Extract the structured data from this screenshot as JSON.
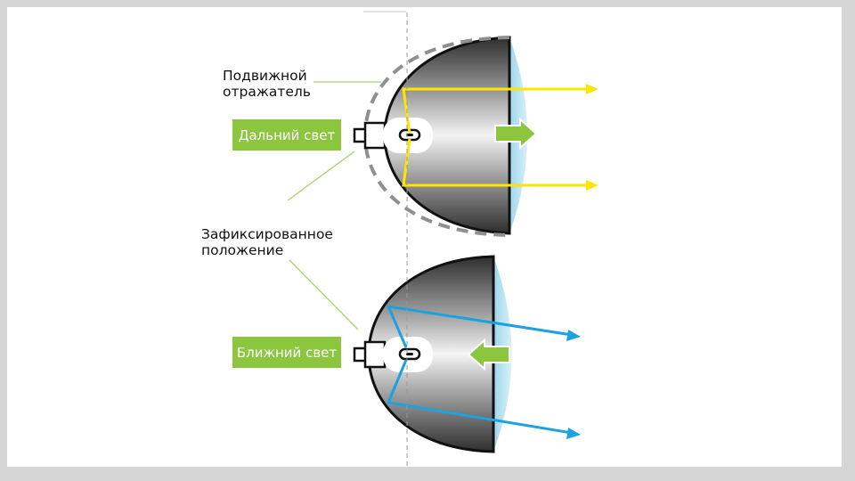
{
  "labels": {
    "movable_reflector": [
      "Подвижной",
      "отражатель"
    ],
    "fixed_position": [
      "Зафиксированное",
      "положение"
    ],
    "high_beam": "Дальний свет",
    "low_beam": "Ближний свет"
  },
  "colors": {
    "background": "#d6d6d6",
    "panel": "#ffffff",
    "box_green": "#8cc63f",
    "arrow_green": "#8cc63f",
    "high_beam_rays": "#ffe600",
    "low_beam_rays": "#1aa3e0",
    "lens": "#bfe4f0",
    "dashed_outline": "#8f8f8f",
    "pointer_lines": "#a6d36a"
  },
  "icons": {
    "lamp_bulb": "bulb-icon",
    "direction_arrow": "arrow-icon"
  }
}
